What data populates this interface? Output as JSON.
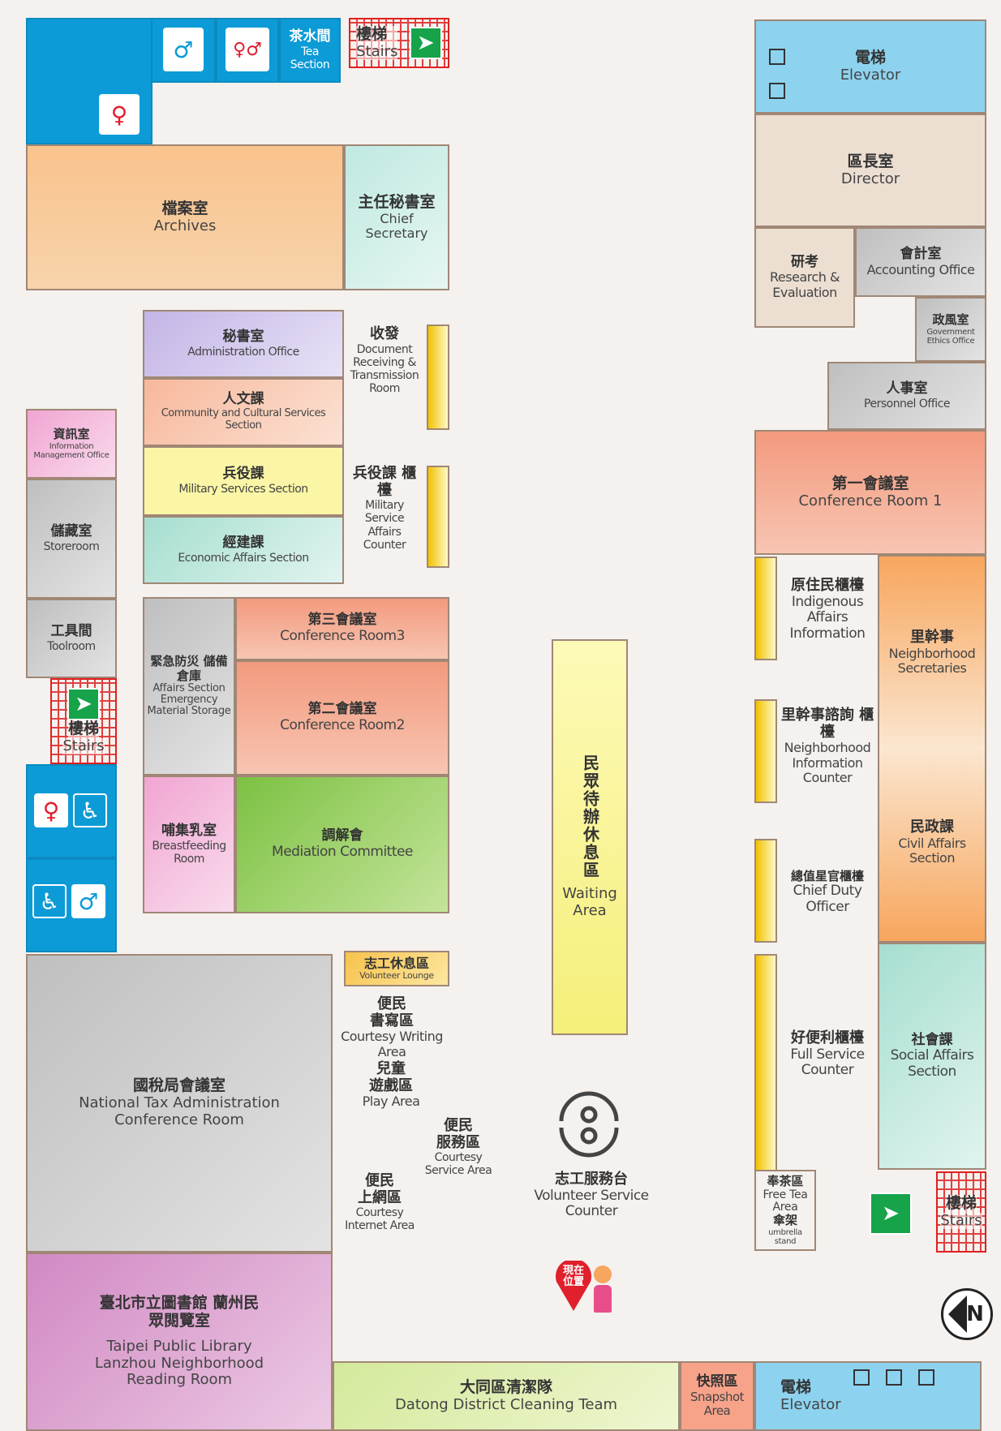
{
  "rooms": {
    "tea": {
      "zh": "茶水間",
      "en": "Tea Section"
    },
    "stairs_top": {
      "zh": "樓梯",
      "en": "Stairs"
    },
    "elevator_tr": {
      "zh": "電梯",
      "en": "Elevator"
    },
    "archives": {
      "zh": "檔案室",
      "en": "Archives"
    },
    "chief_secretary": {
      "zh": "主任秘書室",
      "en": "Chief Secretary"
    },
    "director": {
      "zh": "區長室",
      "en": "Director"
    },
    "research": {
      "zh": "研考",
      "en": "Research & Evaluation"
    },
    "accounting": {
      "zh": "會計室",
      "en": "Accounting Office"
    },
    "ethics": {
      "zh": "政風室",
      "en": "Government Ethics Office"
    },
    "personnel": {
      "zh": "人事室",
      "en": "Personnel Office"
    },
    "admin": {
      "zh": "秘書室",
      "en": "Administration Office"
    },
    "document": {
      "zh": "收發",
      "en": "Document Receiving & Transmission Room"
    },
    "community": {
      "zh": "人文課",
      "en": "Community and Cultural Services Section"
    },
    "info_mgmt": {
      "zh": "資訊室",
      "en": "Information Management Office"
    },
    "military": {
      "zh": "兵役課",
      "en": "Military Services Section"
    },
    "military_counter": {
      "zh": "兵役課 櫃檯",
      "en": "Military Service Affairs Counter"
    },
    "economic": {
      "zh": "經建課",
      "en": "Economic Affairs Section"
    },
    "storeroom": {
      "zh": "儲藏室",
      "en": "Storeroom"
    },
    "conf1": {
      "zh": "第一會議室",
      "en": "Conference Room 1"
    },
    "toolroom": {
      "zh": "工具間",
      "en": "Toolroom"
    },
    "emergency": {
      "zh": "緊急防災 儲備倉庫",
      "en": "Affairs Section Emergency Material Storage"
    },
    "conf3": {
      "zh": "第三會議室",
      "en": "Conference Room3"
    },
    "conf2": {
      "zh": "第二會議室",
      "en": "Conference Room2"
    },
    "stairs_left": {
      "zh": "樓梯",
      "en": "Stairs"
    },
    "indigenous": {
      "zh": "原住民櫃檯",
      "en": "Indigenous Affairs Information"
    },
    "neighborhood": {
      "zh": "里幹事",
      "en": "Neighborhood Secretaries"
    },
    "waiting": {
      "zh": "民眾待辦休息區",
      "en": "Waiting Area"
    },
    "neighborhood_counter": {
      "zh": "里幹事諮詢 櫃檯",
      "en": "Neighborhood Information Counter"
    },
    "civil": {
      "zh": "民政課",
      "en": "Civil Affairs Section"
    },
    "breastfeeding": {
      "zh": "哺集乳室",
      "en": "Breastfeeding Room"
    },
    "mediation": {
      "zh": "調解會",
      "en": "Mediation Committee"
    },
    "duty_officer": {
      "zh": "總值星官櫃檯",
      "en": "Chief Duty Officer"
    },
    "volunteer_lounge": {
      "zh": "志工休息區",
      "en": "Volunteer Lounge"
    },
    "writing": {
      "zh": "便民 書寫區",
      "en": "Courtesy Writing Area"
    },
    "play": {
      "zh": "兒童 遊戲區",
      "en": "Play Area"
    },
    "courtesy_service": {
      "zh": "便民 服務區",
      "en": "Courtesy Service Area"
    },
    "internet": {
      "zh": "便民 上網區",
      "en": "Courtesy Internet Area"
    },
    "full_service": {
      "zh": "好便利櫃檯",
      "en": "Full Service Counter"
    },
    "social": {
      "zh": "社會課",
      "en": "Social Affairs Section"
    },
    "tax": {
      "zh": "國稅局會議室",
      "en": "National Tax Administration Conference Room"
    },
    "volunteer_counter": {
      "zh": "志工服務台",
      "en": "Volunteer Service Counter"
    },
    "free_tea": {
      "zh": "奉茶區",
      "en": "Free Tea Area"
    },
    "umbrella": {
      "zh": "傘架",
      "en": "umbrella stand"
    },
    "stairs_right": {
      "zh": "樓梯",
      "en": "Stairs"
    },
    "library": {
      "zh": "臺北市立圖書館 蘭州民眾閱覽室",
      "en": "Taipei Public Library Lanzhou Neighborhood Reading Room"
    },
    "cleaning": {
      "zh": "大同區清潔隊",
      "en": "Datong District Cleaning Team"
    },
    "snapshot": {
      "zh": "快照區",
      "en": "Snapshot Area"
    },
    "elevator_br": {
      "zh": "電梯",
      "en": "Elevator"
    }
  },
  "you_are_here": "現在位置",
  "compass": "N",
  "colors": {
    "blue": "#0c9bd6",
    "border": "#a08775",
    "exit_green": "#16a34a",
    "marker_red": "#e0202c"
  }
}
